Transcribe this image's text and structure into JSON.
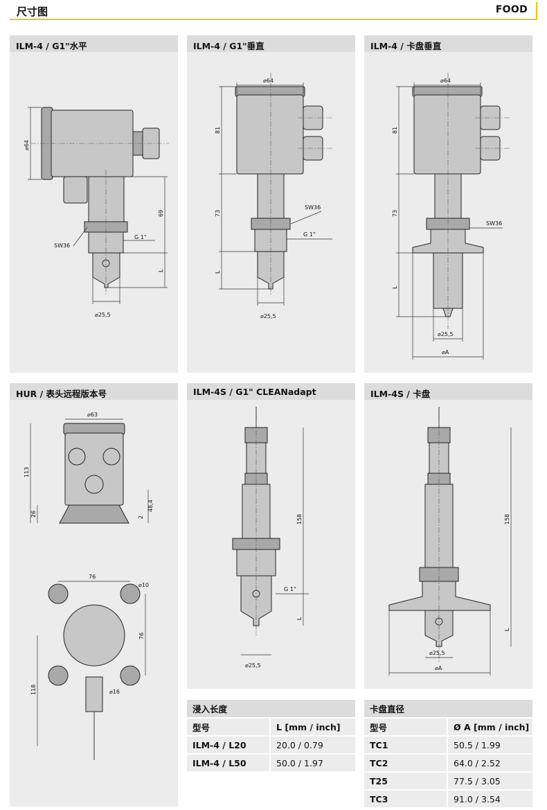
{
  "header": {
    "title": "尺寸图",
    "tag": "FOOD"
  },
  "panels": {
    "p1": {
      "title": "ILM-4 / G1\"水平"
    },
    "p2": {
      "title": "ILM-4 / G1\"垂直"
    },
    "p3": {
      "title": "ILM-4 / 卡盘垂直"
    },
    "p4": {
      "title": "HUR / 表头远程版本号"
    },
    "p5": {
      "title": "ILM-4S / G1\" CLEANadapt"
    },
    "p6": {
      "title": "ILM-4S / 卡盘"
    }
  },
  "dims": {
    "p1": {
      "d64": "64",
      "h69": "69",
      "sw": "SW36",
      "g": "G 1\"",
      "l": "L",
      "d255": "25,5"
    },
    "p2": {
      "d64": "64",
      "h81": "81",
      "h73": "73",
      "sw": "SW36",
      "g": "G 1\"",
      "l": "L",
      "d255": "25,5"
    },
    "p3": {
      "d64": "64",
      "h81": "81",
      "h73": "73",
      "sw": "SW36",
      "l": "L",
      "d255": "25,5",
      "da": "A"
    },
    "p4": {
      "d63": "63",
      "h113": "113",
      "h26": "26",
      "h484": "48,4",
      "h2": "2",
      "w76": "76",
      "d10": "10",
      "h76": "76",
      "h118": "118",
      "d16": "16"
    },
    "p5": {
      "h158": "158",
      "g": "G 1\"",
      "l": "L",
      "d255": "25,5"
    },
    "p6": {
      "h158": "158",
      "l": "L",
      "d255": "25,5",
      "da": "A"
    }
  },
  "table_immersion": {
    "title": "浸入长度",
    "col1": "型号",
    "col2": "L [mm / inch]",
    "rows": [
      {
        "model": "ILM-4 / L20",
        "value": "20.0 / 0.79"
      },
      {
        "model": "ILM-4 / L50",
        "value": "50.0 / 1.97"
      }
    ]
  },
  "table_clamp": {
    "title": "卡盘直径",
    "col1": "型号",
    "col2": "Ø A [mm / inch]",
    "rows": [
      {
        "model": "TC1",
        "value": "50.5 / 1.99"
      },
      {
        "model": "TC2",
        "value": "64.0 / 2.52"
      },
      {
        "model": "T25",
        "value": "77.5 / 3.05"
      },
      {
        "model": "TC3",
        "value": "91.0 / 3.54"
      }
    ]
  }
}
